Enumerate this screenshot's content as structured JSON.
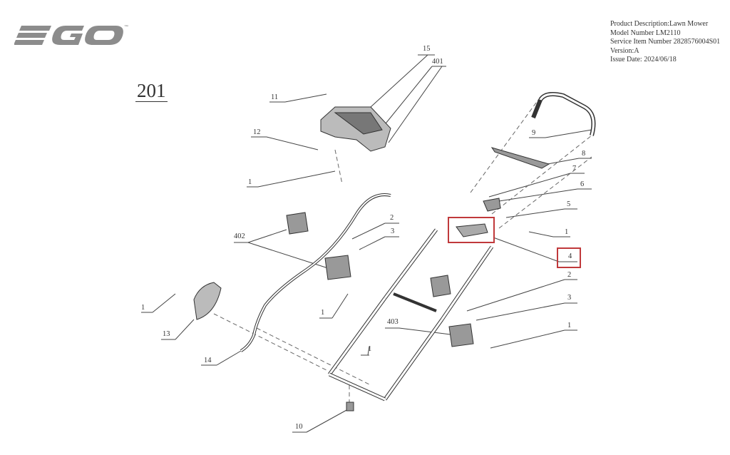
{
  "brand": {
    "logo_text": "EGO",
    "trademark": "™"
  },
  "header": {
    "product_description": "Product Description:Lawn Mower",
    "model_number": "Model Number LM2110",
    "service_item_number": "Service Item Number 2828576004S01",
    "version": "Version:A",
    "issue_date": "Issue Date: 2024/06/18"
  },
  "page_number": "201",
  "callouts": [
    {
      "id": "c15",
      "label": "15"
    },
    {
      "id": "c401",
      "label": "401"
    },
    {
      "id": "c11",
      "label": "11"
    },
    {
      "id": "c12",
      "label": "12"
    },
    {
      "id": "c1a",
      "label": "1"
    },
    {
      "id": "c9",
      "label": "9"
    },
    {
      "id": "c8",
      "label": "8"
    },
    {
      "id": "c7",
      "label": "7"
    },
    {
      "id": "c6",
      "label": "6"
    },
    {
      "id": "c5",
      "label": "5"
    },
    {
      "id": "c1b",
      "label": "1"
    },
    {
      "id": "c4",
      "label": "4"
    },
    {
      "id": "c402",
      "label": "402"
    },
    {
      "id": "c2a",
      "label": "2"
    },
    {
      "id": "c3a",
      "label": "3"
    },
    {
      "id": "c1c",
      "label": "1"
    },
    {
      "id": "c1d",
      "label": "1"
    },
    {
      "id": "c13",
      "label": "13"
    },
    {
      "id": "c2b",
      "label": "2"
    },
    {
      "id": "c3b",
      "label": "3"
    },
    {
      "id": "c403",
      "label": "403"
    },
    {
      "id": "c1e",
      "label": "1"
    },
    {
      "id": "c1f",
      "label": "1"
    },
    {
      "id": "c14",
      "label": "14"
    },
    {
      "id": "c10",
      "label": "10"
    }
  ],
  "colors": {
    "highlight": "#c0393b",
    "logo_gray": "#888888",
    "line": "#555555"
  }
}
